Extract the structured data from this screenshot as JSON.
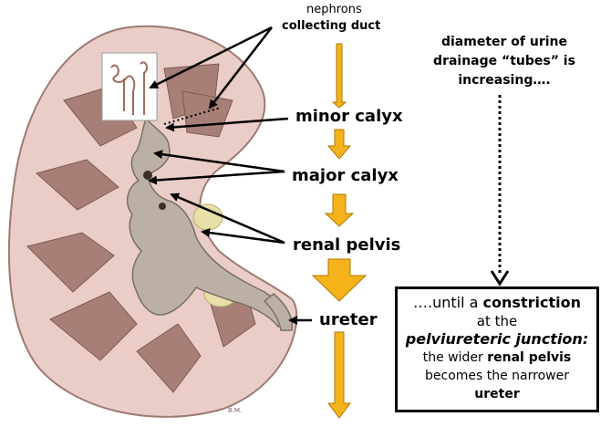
{
  "labels": {
    "nephrons": "nephrons",
    "collecting_duct": "collecting duct",
    "minor_calyx": "minor calyx",
    "major_calyx": "major calyx",
    "renal_pelvis": "renal pelvis",
    "ureter": "ureter"
  },
  "note": {
    "line1": "diameter of urine",
    "line2": "drainage “tubes” is",
    "line3": "increasing…."
  },
  "callout": {
    "l1_pre": "….until a ",
    "l1_bold": "constriction",
    "l2": "at the",
    "l3": "pelviureteric junction:",
    "l4_pre": "the wider ",
    "l4_bold": "renal pelvis",
    "l5": "becomes the narrower",
    "l6": "ureter"
  },
  "signature": "B.M.",
  "colors": {
    "flow_arrow_fill": "#f5b21b",
    "flow_arrow_stroke": "#b07a00",
    "kidney_cortex": "#e9cdc6",
    "kidney_medulla": "#a87f76",
    "pelvis": "#bbb0a6",
    "fat": "#e8e0a8"
  }
}
